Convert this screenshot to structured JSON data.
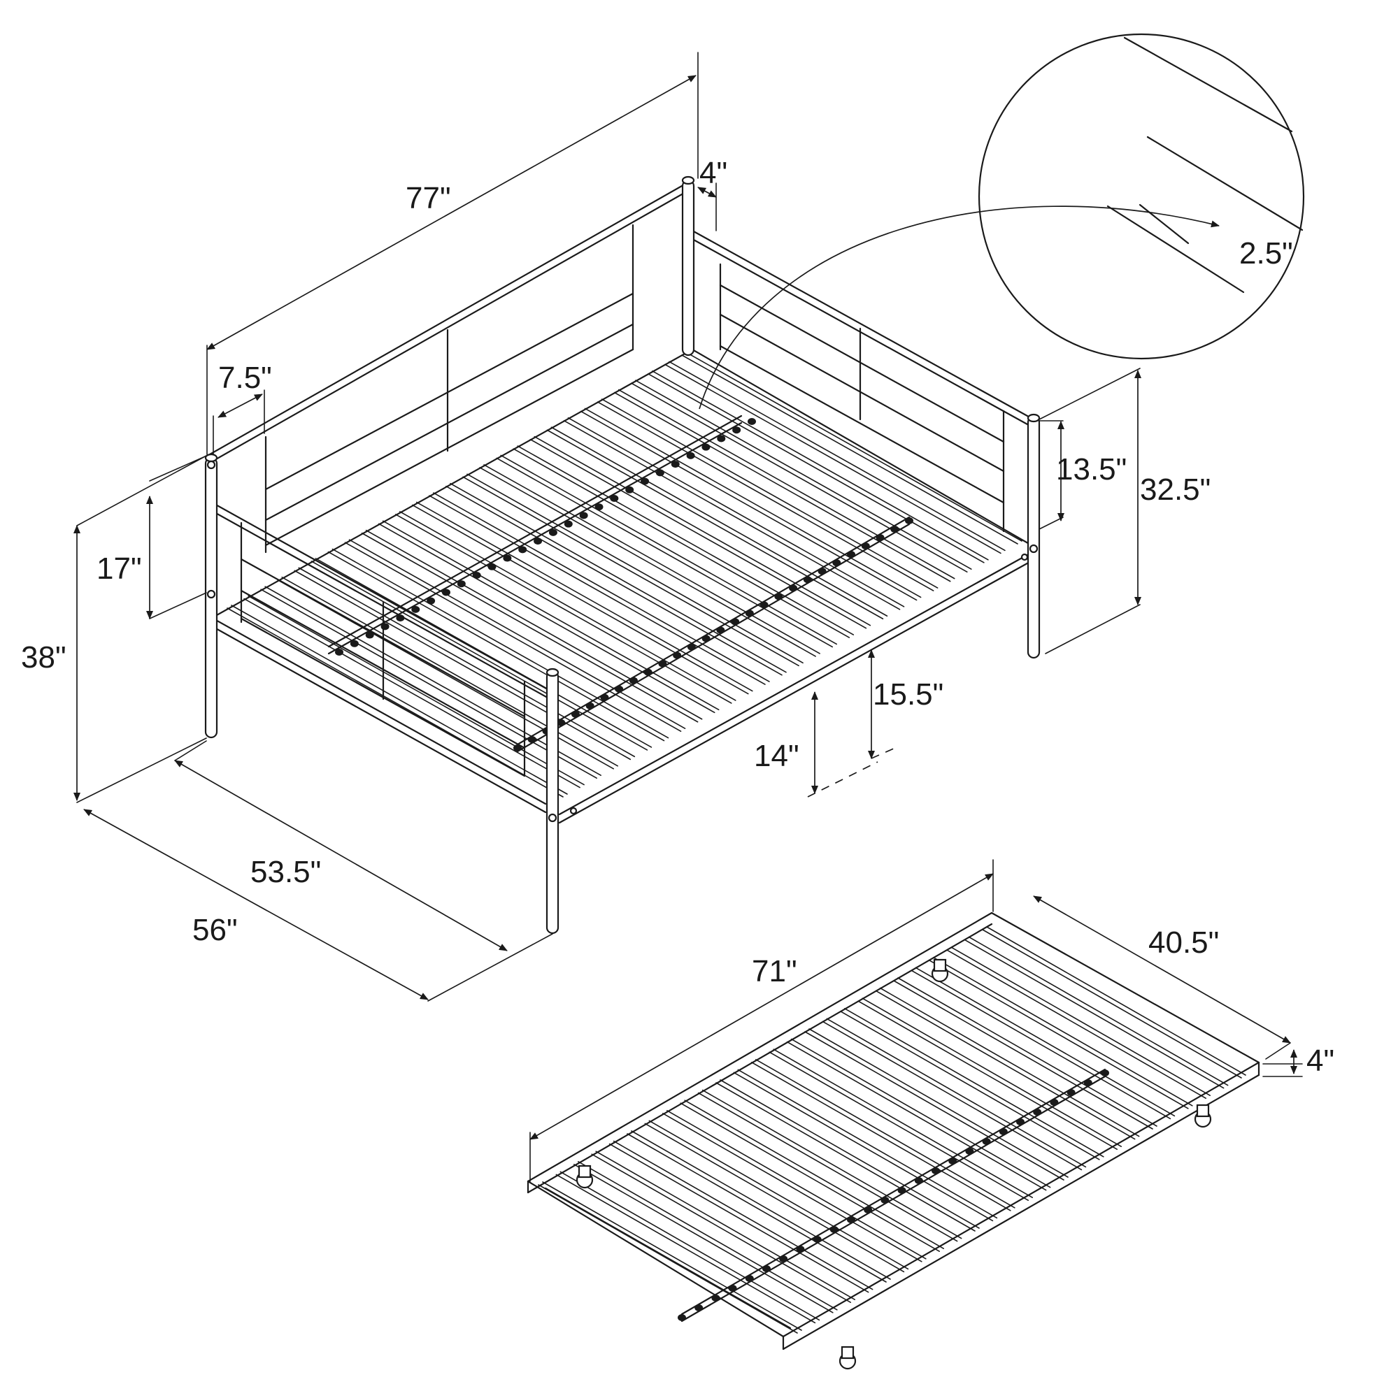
{
  "dimensions": {
    "bed_length": "77\"",
    "side_gap": "4\"",
    "detail_slat_gap": "2.5\"",
    "arm_offset": "7.5\"",
    "back_rail_height": "13.5\"",
    "back_height": "32.5\"",
    "front_rail_height": "17\"",
    "overall_height": "38\"",
    "mattress_height": "15.5\"",
    "trundle_clearance": "14\"",
    "inner_width": "53.5\"",
    "overall_width": "56\"",
    "trundle_length": "71\"",
    "trundle_width": "40.5\"",
    "trundle_height": "4\""
  }
}
